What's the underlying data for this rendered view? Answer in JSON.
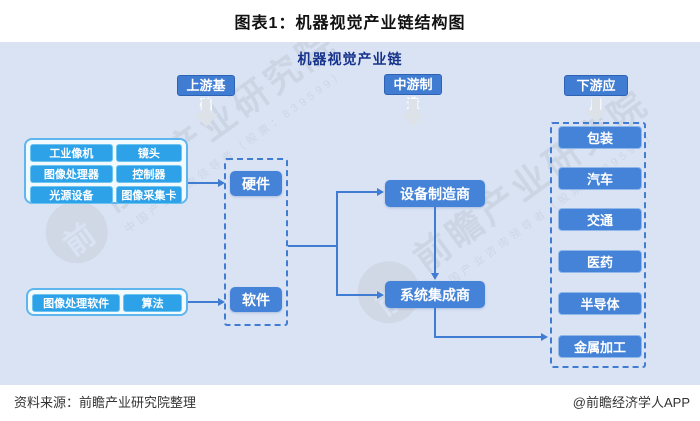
{
  "title": "图表1：机器视觉产业链结构图",
  "diagram": {
    "title": "机器视觉产业链",
    "stages": [
      {
        "label": "上游基础"
      },
      {
        "label": "中游制造"
      },
      {
        "label": "下游应用"
      }
    ],
    "upstream": {
      "hardware_components": [
        "工业像机",
        "镜头",
        "图像处理器",
        "控制器",
        "光源设备",
        "图像采集卡"
      ],
      "software_components": [
        "图像处理软件",
        "算法"
      ],
      "hardware_label": "硬件",
      "software_label": "软件"
    },
    "midstream": {
      "equipment_manufacturer": "设备制造商",
      "system_integrator": "系统集成商"
    },
    "downstream": {
      "applications": [
        "包装",
        "汽车",
        "交通",
        "医药",
        "半导体",
        "金属加工"
      ]
    }
  },
  "watermark": {
    "brand": "前瞻产业研究院",
    "tagline": "中国产业咨询领导者（股票：839599）"
  },
  "footer": {
    "source": "资料来源：前瞻产业研究院整理",
    "credit": "@前瞻经济学人APP"
  },
  "colors": {
    "panel_bg": "#d9e3f4",
    "primary_blue": "#4583d8",
    "badge_blue": "#3f7cd2",
    "component_blue": "#2da2e8",
    "panel_title": "#17338b"
  }
}
